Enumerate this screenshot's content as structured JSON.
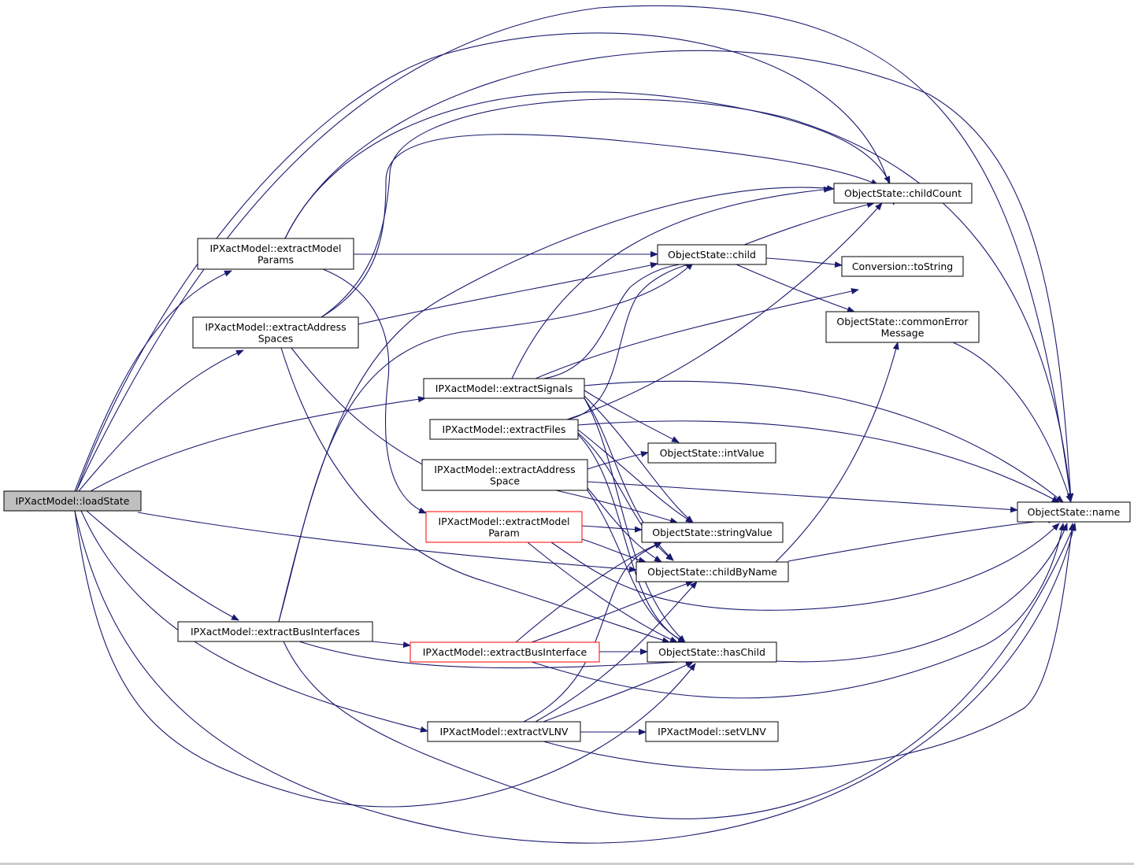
{
  "nodes": [
    {
      "id": "loadState",
      "lines": [
        "IPXactModel::loadState"
      ],
      "style": "root"
    },
    {
      "id": "extractModelParams",
      "lines": [
        "IPXactModel::extractModel",
        "Params"
      ]
    },
    {
      "id": "extractAddressSpaces",
      "lines": [
        "IPXactModel::extractAddress",
        "Spaces"
      ]
    },
    {
      "id": "extractSignals",
      "lines": [
        "IPXactModel::extractSignals"
      ]
    },
    {
      "id": "extractFiles",
      "lines": [
        "IPXactModel::extractFiles"
      ]
    },
    {
      "id": "extractAddressSpace",
      "lines": [
        "IPXactModel::extractAddress",
        "Space"
      ]
    },
    {
      "id": "extractModelParam",
      "lines": [
        "IPXactModel::extractModel",
        "Param"
      ],
      "style": "truncated"
    },
    {
      "id": "extractBusInterfaces",
      "lines": [
        "IPXactModel::extractBusInterfaces"
      ]
    },
    {
      "id": "extractBusInterface",
      "lines": [
        "IPXactModel::extractBusInterface"
      ],
      "style": "truncated"
    },
    {
      "id": "extractVLNV",
      "lines": [
        "IPXactModel::extractVLNV"
      ]
    },
    {
      "id": "childCount",
      "lines": [
        "ObjectState::childCount"
      ]
    },
    {
      "id": "child",
      "lines": [
        "ObjectState::child"
      ]
    },
    {
      "id": "toString",
      "lines": [
        "Conversion::toString"
      ]
    },
    {
      "id": "commonErrorMessage",
      "lines": [
        "ObjectState::commonError",
        "Message"
      ]
    },
    {
      "id": "intValue",
      "lines": [
        "ObjectState::intValue"
      ]
    },
    {
      "id": "stringValue",
      "lines": [
        "ObjectState::stringValue"
      ]
    },
    {
      "id": "childByName",
      "lines": [
        "ObjectState::childByName"
      ]
    },
    {
      "id": "hasChild",
      "lines": [
        "ObjectState::hasChild"
      ]
    },
    {
      "id": "setVLNV",
      "lines": [
        "IPXactModel::setVLNV"
      ]
    },
    {
      "id": "name",
      "lines": [
        "ObjectState::name"
      ]
    }
  ],
  "edges": [
    [
      "loadState",
      "extractModelParams"
    ],
    [
      "loadState",
      "extractAddressSpaces"
    ],
    [
      "loadState",
      "extractSignals"
    ],
    [
      "loadState",
      "childByName"
    ],
    [
      "loadState",
      "extractBusInterfaces"
    ],
    [
      "loadState",
      "extractVLNV"
    ],
    [
      "loadState",
      "hasChild"
    ],
    [
      "loadState",
      "name"
    ],
    [
      "loadState",
      "childCount"
    ],
    [
      "loadState",
      "commonErrorMessage"
    ],
    [
      "extractModelParams",
      "child"
    ],
    [
      "extractModelParams",
      "childCount"
    ],
    [
      "extractModelParams",
      "extractModelParam"
    ],
    [
      "extractModelParams",
      "name"
    ],
    [
      "extractAddressSpaces",
      "child"
    ],
    [
      "extractAddressSpaces",
      "childCount"
    ],
    [
      "extractAddressSpaces",
      "extractAddressSpace"
    ],
    [
      "extractAddressSpaces",
      "hasChild"
    ],
    [
      "extractAddressSpaces",
      "name"
    ],
    [
      "extractSignals",
      "child"
    ],
    [
      "extractSignals",
      "childCount"
    ],
    [
      "extractSignals",
      "commonErrorMessage"
    ],
    [
      "extractSignals",
      "intValue"
    ],
    [
      "extractSignals",
      "stringValue"
    ],
    [
      "extractSignals",
      "childByName"
    ],
    [
      "extractSignals",
      "hasChild"
    ],
    [
      "extractSignals",
      "name"
    ],
    [
      "extractFiles",
      "child"
    ],
    [
      "extractFiles",
      "childCount"
    ],
    [
      "extractFiles",
      "stringValue"
    ],
    [
      "extractFiles",
      "childByName"
    ],
    [
      "extractFiles",
      "hasChild"
    ],
    [
      "extractFiles",
      "name"
    ],
    [
      "extractAddressSpace",
      "intValue"
    ],
    [
      "extractAddressSpace",
      "stringValue"
    ],
    [
      "extractAddressSpace",
      "childByName"
    ],
    [
      "extractAddressSpace",
      "hasChild"
    ],
    [
      "extractAddressSpace",
      "name"
    ],
    [
      "extractModelParam",
      "stringValue"
    ],
    [
      "extractModelParam",
      "childByName"
    ],
    [
      "extractModelParam",
      "hasChild"
    ],
    [
      "extractModelParam",
      "name"
    ],
    [
      "extractBusInterfaces",
      "childCount"
    ],
    [
      "extractBusInterfaces",
      "child"
    ],
    [
      "extractBusInterfaces",
      "extractBusInterface"
    ],
    [
      "extractBusInterfaces",
      "hasChild"
    ],
    [
      "extractBusInterfaces",
      "name"
    ],
    [
      "extractBusInterface",
      "stringValue"
    ],
    [
      "extractBusInterface",
      "childByName"
    ],
    [
      "extractBusInterface",
      "hasChild"
    ],
    [
      "extractBusInterface",
      "name"
    ],
    [
      "extractVLNV",
      "stringValue"
    ],
    [
      "extractVLNV",
      "childByName"
    ],
    [
      "extractVLNV",
      "hasChild"
    ],
    [
      "extractVLNV",
      "setVLNV"
    ],
    [
      "extractVLNV",
      "name"
    ],
    [
      "child",
      "childCount"
    ],
    [
      "child",
      "toString"
    ],
    [
      "child",
      "commonErrorMessage"
    ],
    [
      "commonErrorMessage",
      "name"
    ],
    [
      "childByName",
      "commonErrorMessage"
    ],
    [
      "childByName",
      "name"
    ],
    [
      "hasChild",
      "name"
    ]
  ]
}
